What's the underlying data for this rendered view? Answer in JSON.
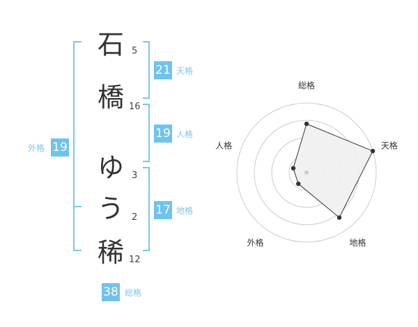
{
  "name": {
    "characters": [
      {
        "char": "石",
        "strokes": "5"
      },
      {
        "char": "橋",
        "strokes": "16"
      },
      {
        "char": "ゆ",
        "strokes": "3"
      },
      {
        "char": "う",
        "strokes": "2"
      },
      {
        "char": "稀",
        "strokes": "12"
      }
    ]
  },
  "fortunes": {
    "tenkaku": {
      "label": "天格",
      "value": "21"
    },
    "jinkaku": {
      "label": "人格",
      "value": "19"
    },
    "chikaku": {
      "label": "地格",
      "value": "17"
    },
    "gaikaku": {
      "label": "外格",
      "value": "19"
    },
    "soukaku": {
      "label": "総格",
      "value": "38"
    }
  },
  "chart_data": {
    "type": "radar",
    "axes": [
      "総格",
      "天格",
      "地格",
      "外格",
      "人格"
    ],
    "values": [
      3.5,
      5,
      4,
      1,
      1
    ],
    "max": 5,
    "rings": 4,
    "colors": {
      "fill": "#f0f0f0",
      "line": "#333333",
      "grid": "#cccccc",
      "accent": "#6ec3f0"
    }
  }
}
